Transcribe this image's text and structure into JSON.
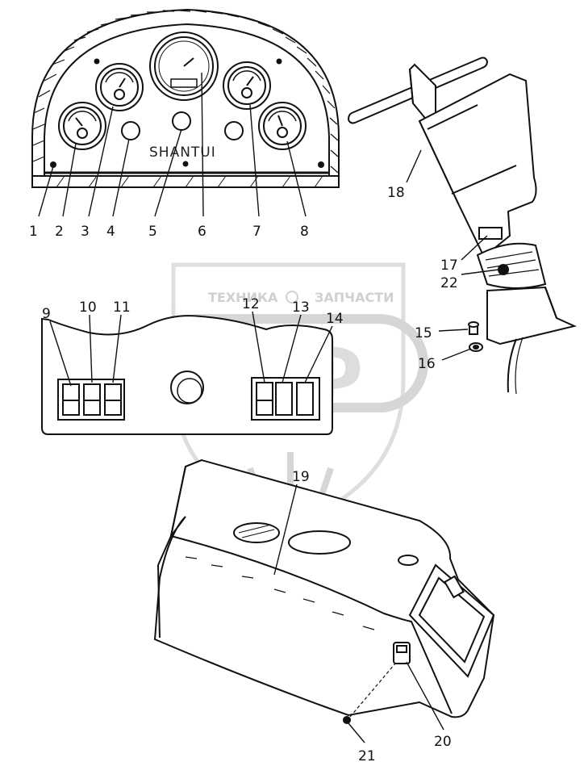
{
  "panel": {
    "brand": "SHANTUI"
  },
  "watermark": {
    "left_word": "ТЕХНИКА",
    "right_word": "ЗАПЧАСТИ",
    "logo": "ЭПФ"
  },
  "callouts": [
    "1",
    "2",
    "3",
    "4",
    "5",
    "6",
    "7",
    "8",
    "9",
    "10",
    "11",
    "12",
    "13",
    "14",
    "15",
    "16",
    "17",
    "18",
    "19",
    "20",
    "21",
    "22"
  ]
}
